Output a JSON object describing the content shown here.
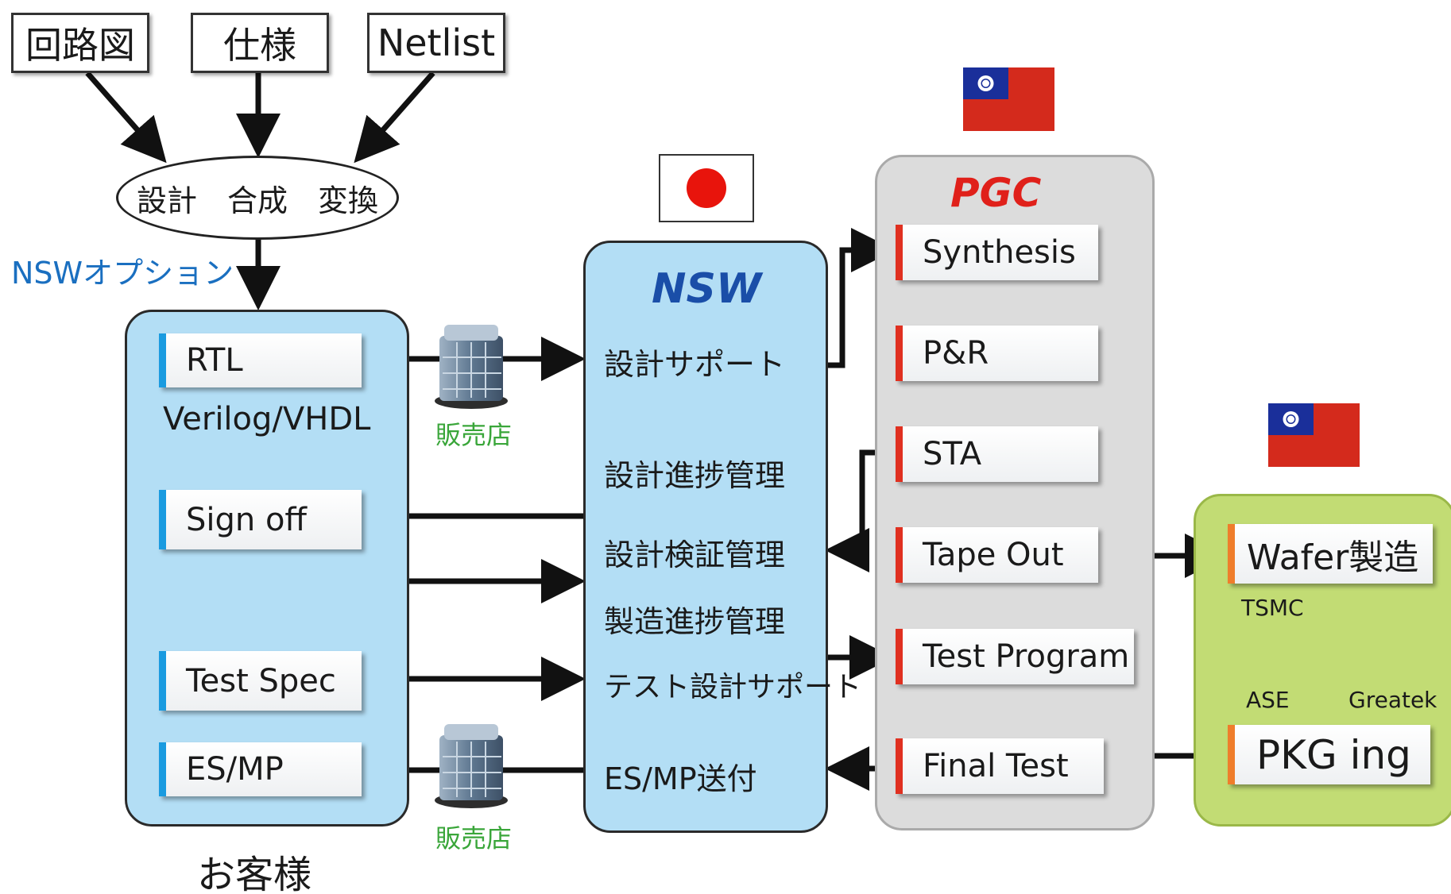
{
  "inputs": [
    "回路図",
    "仕様",
    "Netlist"
  ],
  "process_label": "設計　合成　変換",
  "option_label": "NSWオプション",
  "customer": {
    "boxes": [
      "RTL",
      "Sign off",
      "Test Spec",
      "ES/MP"
    ],
    "rtl_sub": "Verilog/VHDL",
    "caption": "お客様"
  },
  "store_label": "販売店",
  "nsw": {
    "title": "NSW",
    "items": [
      "設計サポート",
      "設計進捗管理",
      "設計検証管理",
      "製造進捗管理",
      "テスト設計サポート",
      "ES/MP送付"
    ]
  },
  "pgc": {
    "title": "PGC",
    "steps": [
      "Synthesis",
      "P&R",
      "STA",
      "Tape Out",
      "Test Program",
      "Final Test"
    ]
  },
  "fab": {
    "boxes": [
      "Wafer製造",
      "PKG ing"
    ],
    "vendors": [
      "TSMC",
      "ASE",
      "Greatek"
    ]
  },
  "colors": {
    "panel_blue": "#b3def5",
    "panel_gray": "#dcdcdc",
    "panel_green": "#c2dc74",
    "accent_blue": "#1a9be0",
    "accent_red": "#e03020",
    "nsw_title": "#1a4ea8",
    "pgc_title": "#e0201a",
    "option_text": "#1a6fc0",
    "store_text": "#3aa63a"
  },
  "flags": [
    "japan-flag",
    "taiwan-flag",
    "taiwan-flag"
  ]
}
